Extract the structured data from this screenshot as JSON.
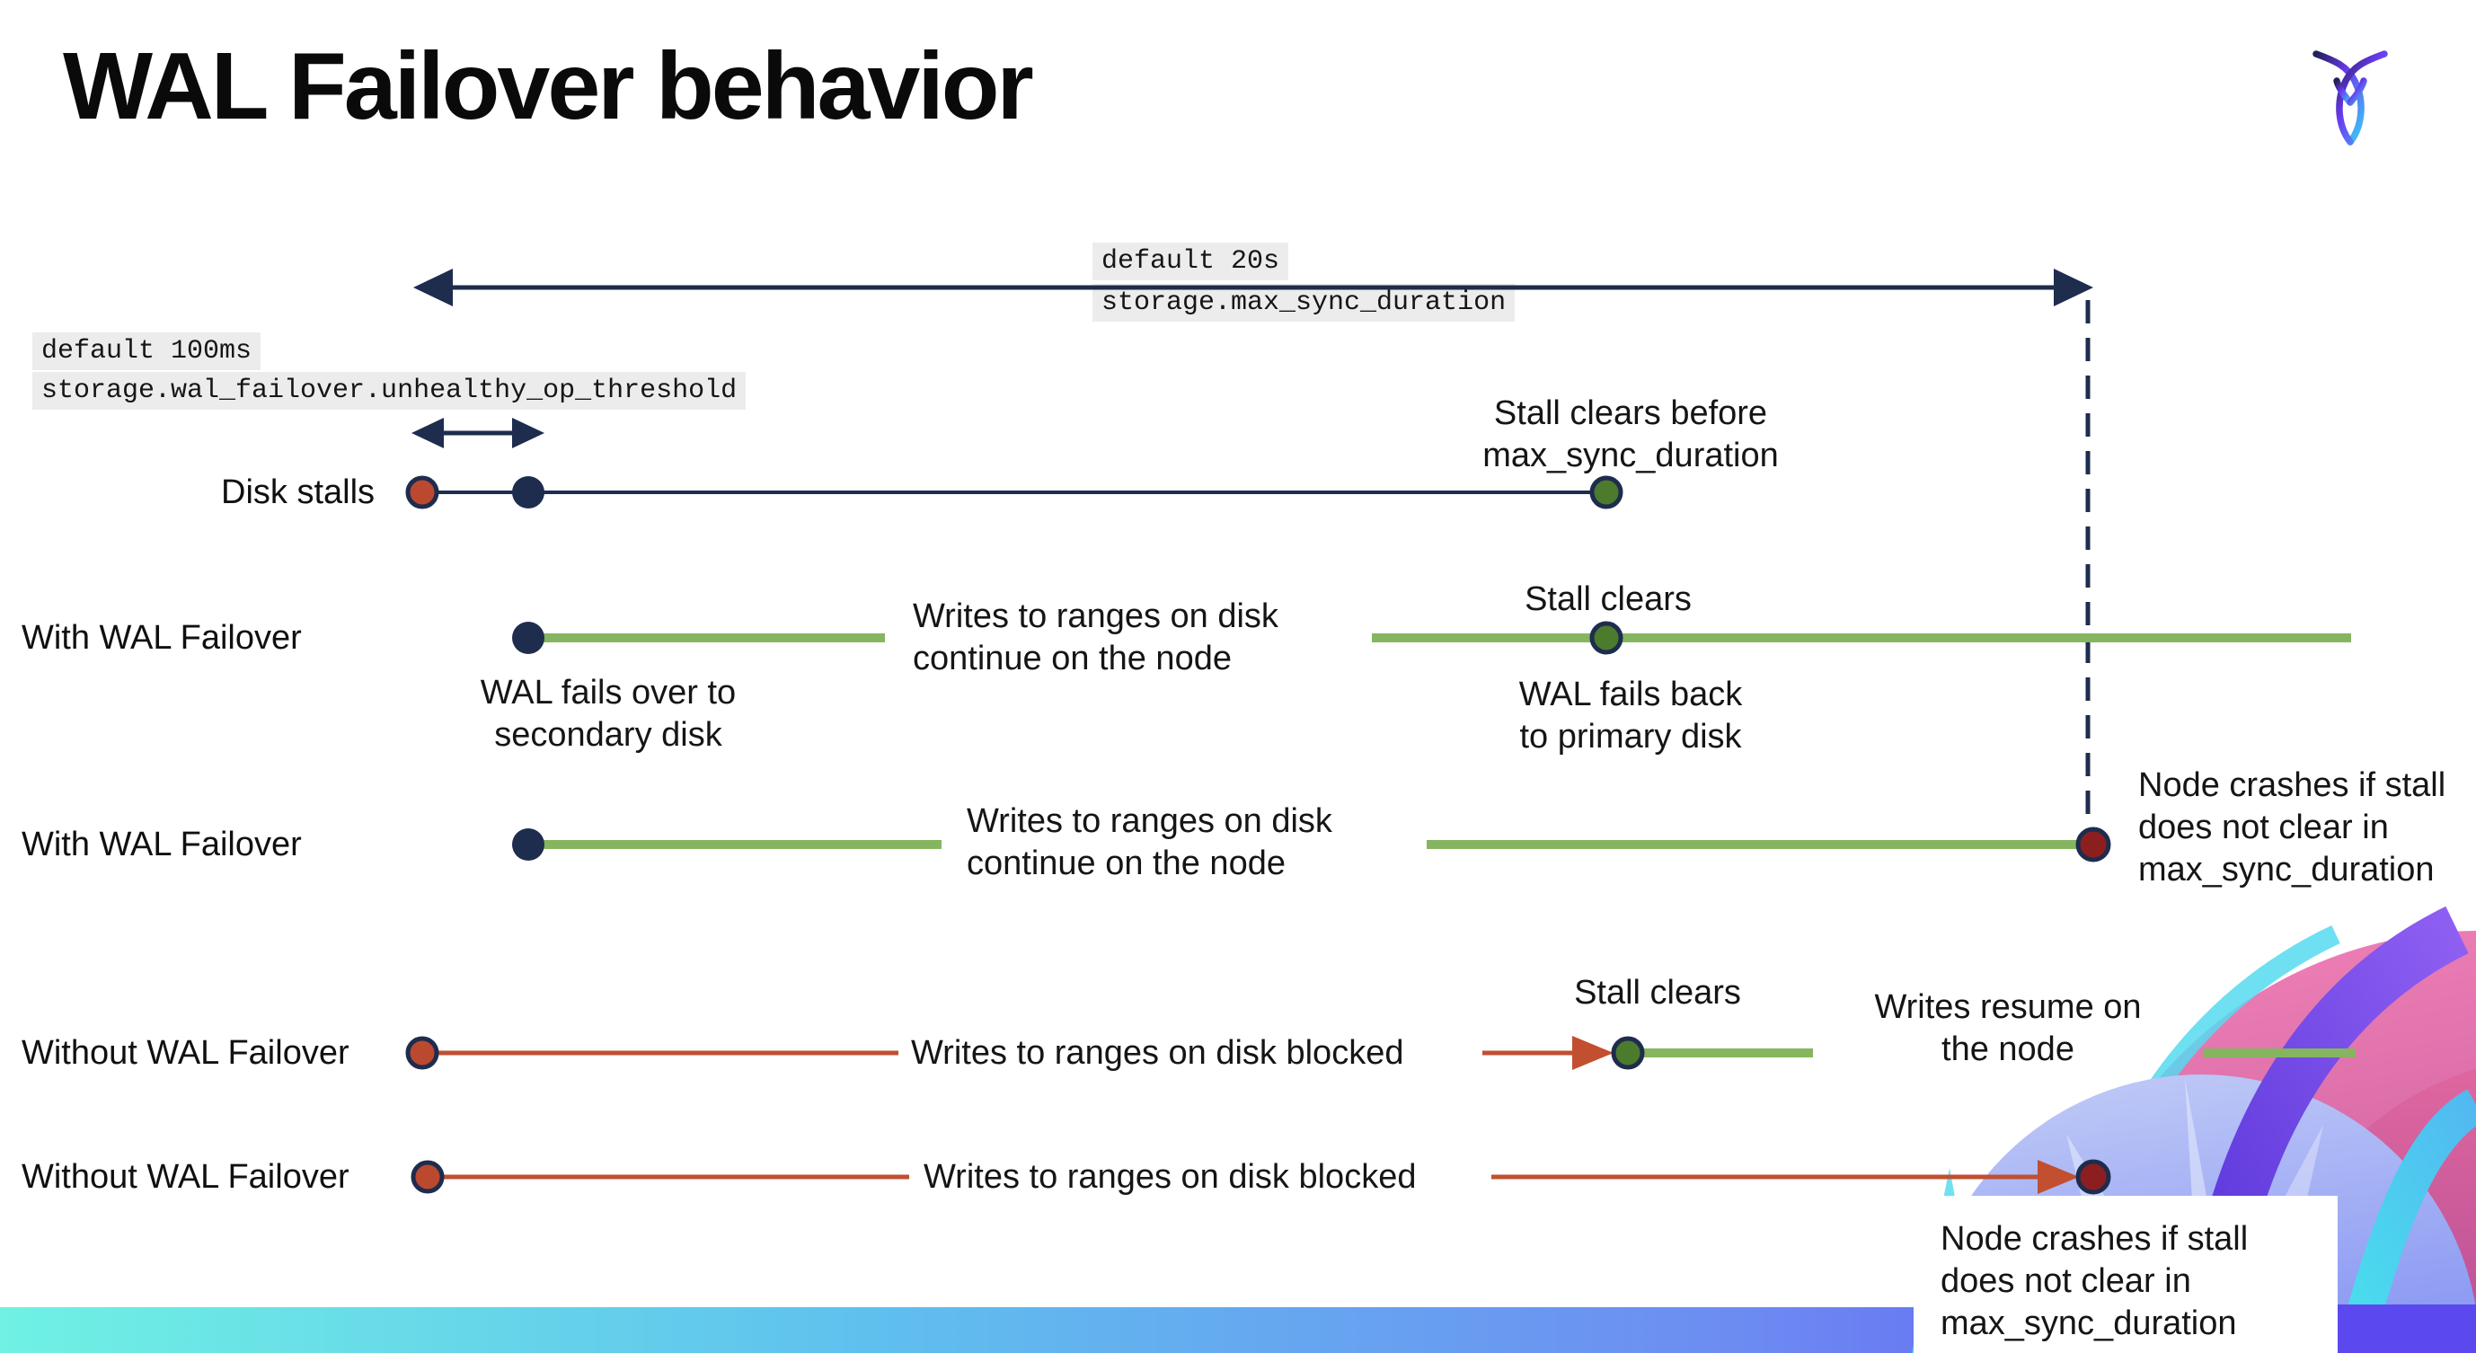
{
  "header": {
    "title": "WAL Failover behavior"
  },
  "icons": {
    "logo": "cockroachdb-logo"
  },
  "settings": {
    "max_sync": {
      "default_label": "default 20s",
      "setting_name": "storage.max_sync_duration"
    },
    "unhealthy_op": {
      "default_label": "default 100ms",
      "setting_name": "storage.wal_failover.unhealthy_op_threshold"
    }
  },
  "rows": {
    "disk_stalls": {
      "label": "Disk stalls",
      "stall_clears_note": "Stall clears before\nmax_sync_duration"
    },
    "with_wal_1": {
      "label": "With WAL Failover",
      "failover_note": "WAL fails over to\nsecondary disk",
      "writes_note": "Writes to ranges on disk\ncontinue on the node",
      "stall_clears_note": "Stall clears",
      "failback_note": "WAL fails  back\nto primary disk"
    },
    "with_wal_2": {
      "label": "With WAL Failover",
      "writes_note": "Writes to ranges on disk\ncontinue on the node",
      "crash_note": "Node crashes if stall\ndoes not clear in\nmax_sync_duration"
    },
    "without_wal_1": {
      "label": "Without WAL Failover",
      "writes_note": "Writes to ranges on disk  blocked",
      "stall_clears_note": "Stall clears",
      "resume_note": "Writes resume on\nthe node"
    },
    "without_wal_2": {
      "label": "Without WAL Failover",
      "writes_note": "Writes to ranges on disk  blocked",
      "crash_note": "Node crashes if stall\ndoes not clear in\nmax_sync_duration"
    }
  },
  "colors": {
    "navy": "#1e2c4e",
    "green_line": "#86b55f",
    "green_dot": "#4c7b2d",
    "red_line": "#c14f30",
    "red_dot": "#bb4930",
    "crash_dot": "#8b1f1f",
    "setting_label_bg": "#ececec",
    "bottom_bar_gradient": [
      "#6ff1e3",
      "#5fc0ee",
      "#6d8cf2",
      "#5b4aef"
    ]
  }
}
